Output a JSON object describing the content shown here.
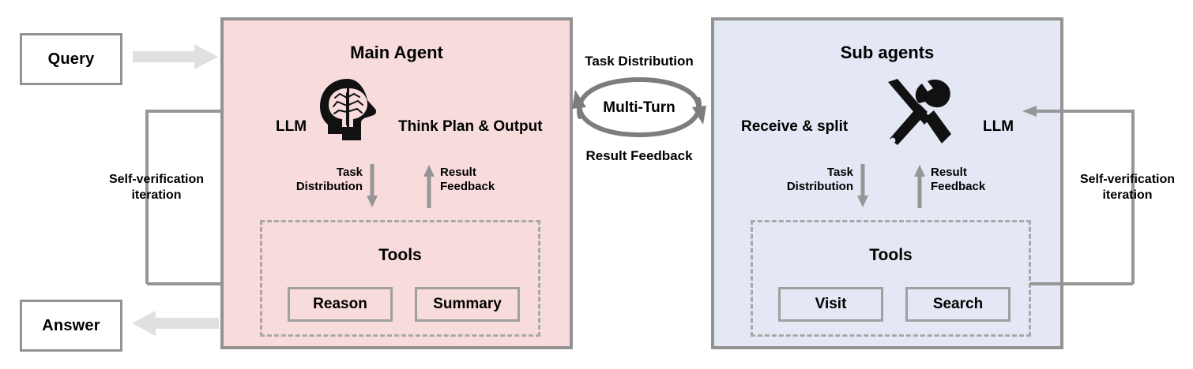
{
  "colors": {
    "main_agent_fill": "#f8dcdc",
    "sub_agents_fill": "#e3e8f4",
    "panel_border": "#939393",
    "arrow_gray": "#969696",
    "thick_arrow_gray": "#e0e0e0",
    "dashed_border": "#a8a8a8",
    "chip_border": "#a0a0a0",
    "icon_black": "#111111"
  },
  "io": {
    "query_label": "Query",
    "answer_label": "Answer"
  },
  "main_agent": {
    "title": "Main Agent",
    "llm_label": "LLM",
    "icon_name": "brain-head-icon",
    "role_label": "Think Plan & Output",
    "task_distribution": "Task\nDistribution",
    "task_distribution_line1": "Task",
    "task_distribution_line2": "Distribution",
    "result_feedback_line1": "Result",
    "result_feedback_line2": "Feedback",
    "tools": {
      "title": "Tools",
      "items": [
        {
          "label": "Reason"
        },
        {
          "label": "Summary"
        }
      ]
    },
    "self_verification_line1": "Self-verification",
    "self_verification_line2": "iteration"
  },
  "sub_agents": {
    "title": "Sub agents",
    "receive_label": "Receive & split",
    "icon_name": "wrench-screwdriver-icon",
    "llm_label": "LLM",
    "task_distribution_line1": "Task",
    "task_distribution_line2": "Distribution",
    "result_feedback_line1": "Result",
    "result_feedback_line2": "Feedback",
    "tools": {
      "title": "Tools",
      "items": [
        {
          "label": "Visit"
        },
        {
          "label": "Search"
        }
      ]
    },
    "self_verification_line1": "Self-verification",
    "self_verification_line2": "iteration"
  },
  "bridge": {
    "top_label": "Task Distribution",
    "center_label": "Multi-Turn",
    "bottom_label": "Result Feedback"
  }
}
